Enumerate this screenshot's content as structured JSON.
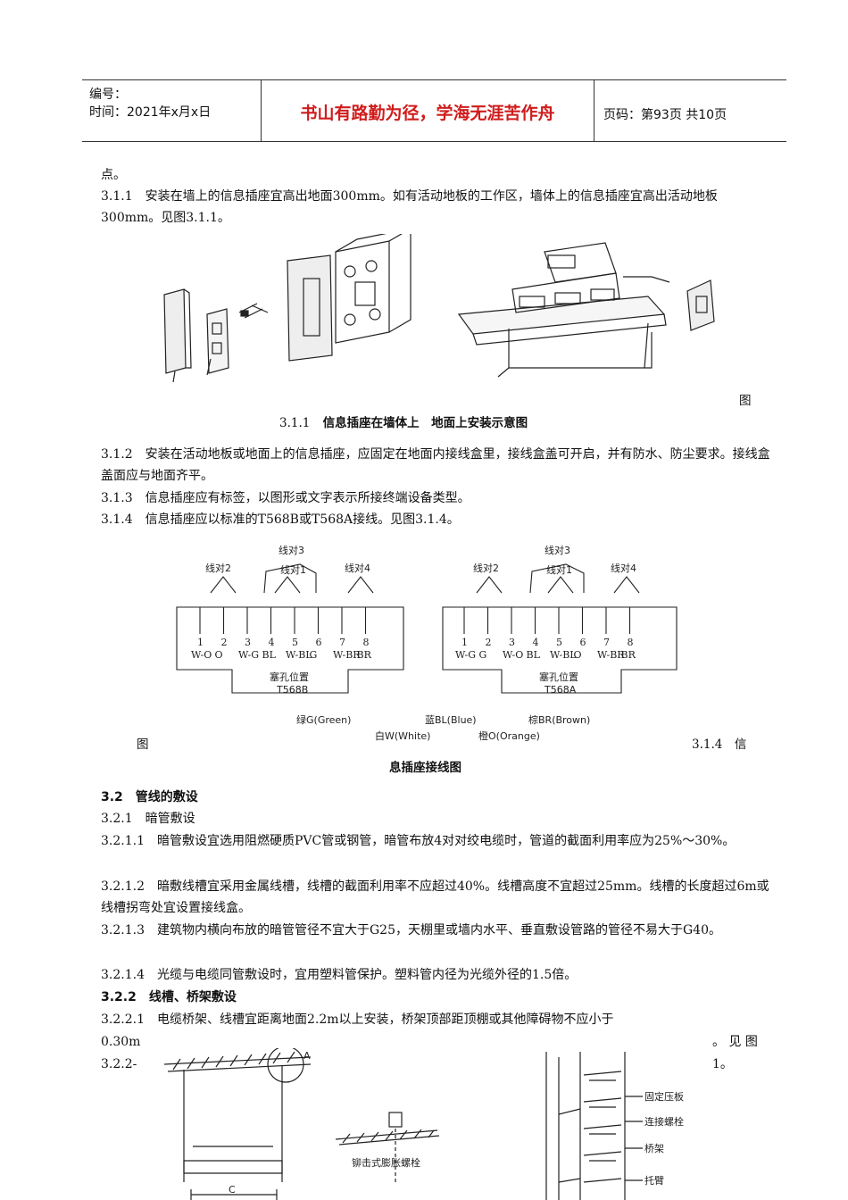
{
  "header": {
    "number_label": "编号：",
    "time_label": "时间：2021年x月x日",
    "motto": "书山有路勤为径，学海无涯苦作舟",
    "page_info": "页码：第93页 共10页"
  },
  "body": {
    "p0": "点。",
    "p311": "3.1.1　安装在墙上的信息插座宜高出地面300mm。如有活动地板的工作区，墙体上的信息插座宜高出活动地板300mm。见图3.1.1。",
    "fig311_tail": "图",
    "fig311_caption_num": "3.1.1",
    "fig311_caption": "信息插座在墙体上　地面上安装示意图",
    "p312": "3.1.2　安装在活动地板或地面上的信息插座，应固定在地面内接线盒里，接线盒盖可开启，并有防水、防尘要求。接线盒盖面应与地面齐平。",
    "p313": "3.1.3　信息插座应有标签，以图形或文字表示所接终端设备类型。",
    "p314": "3.1.4　信息插座应以标准的T568B或T568A接线。见图3.1.4。",
    "fig314_left": "图",
    "fig314_right": "3.1.4　信",
    "fig314_caption": "息插座接线图",
    "s32": "3.2　管线的敷设",
    "s321": "3.2.1　暗管敷设",
    "p3211": "3.2.1.1　暗管敷设宜选用阻燃硬质PVC管或钢管，暗管布放4对对绞电缆时，管道的截面利用率应为25%～30%。",
    "p3212": "3.2.1.2　暗敷线槽宜采用金属线槽，线槽的截面利用率不应超过40%。线槽高度不宜超过25mm。线槽的长度超过6m或线槽拐弯处宜设置接线盒。",
    "p3213": "3.2.1.3　建筑物内横向布放的暗管管径不宜大于G25，天棚里或墙内水平、垂直敷设管路的管径不易大于G40。",
    "p3214": "3.2.1.4　光缆与电缆同管敷设时，宜用塑料管保护。塑料管内径为光缆外径的1.5倍。",
    "s322": "3.2.2　线槽、桥架敷设",
    "p3221a": "3.2.2.1　电缆桥架、线槽宜距离地面2.2m以上安装，桥架顶部距顶棚或其他障碍物不应小于",
    "p3221b_left": "0.30m",
    "p3221b_right": "。 见 图",
    "p3221c_left": "3.2.2-",
    "p3221c_right": "1。"
  },
  "wiring": {
    "T568B": {
      "pairs": [
        "线对2",
        "线对3",
        "线对1",
        "线对4"
      ],
      "pins": [
        "1",
        "2",
        "3",
        "4",
        "5",
        "6",
        "7",
        "8"
      ],
      "colors": [
        "W-O",
        "O",
        "W-G",
        "BL",
        "W-BL",
        "G",
        "W-BR",
        "BR"
      ],
      "jack_label": "塞孔位置",
      "standard": "T568B"
    },
    "T568A": {
      "pairs": [
        "线对2",
        "线对3",
        "线对1",
        "线对4"
      ],
      "pins": [
        "1",
        "2",
        "3",
        "4",
        "5",
        "6",
        "7",
        "8"
      ],
      "colors": [
        "W-G",
        "G",
        "W-O",
        "BL",
        "W-BL",
        "O",
        "W-BR",
        "BR"
      ],
      "jack_label": "塞孔位置",
      "standard": "T568A"
    },
    "legend": {
      "green": "绿G(Green)",
      "blue": "蓝BL(Blue)",
      "brown": "棕BR(Brown)",
      "white": "白W(White)",
      "orange": "橙O(Orange)"
    }
  },
  "fig322_labels": {
    "a": "A",
    "c": "C",
    "bolt": "铆击式膨胀螺栓",
    "l1": "固定压板",
    "l2": "连接螺栓",
    "l3": "桥架",
    "l4": "托臂"
  },
  "colors": {
    "motto": "#d01c1c",
    "rule": "#333333"
  }
}
